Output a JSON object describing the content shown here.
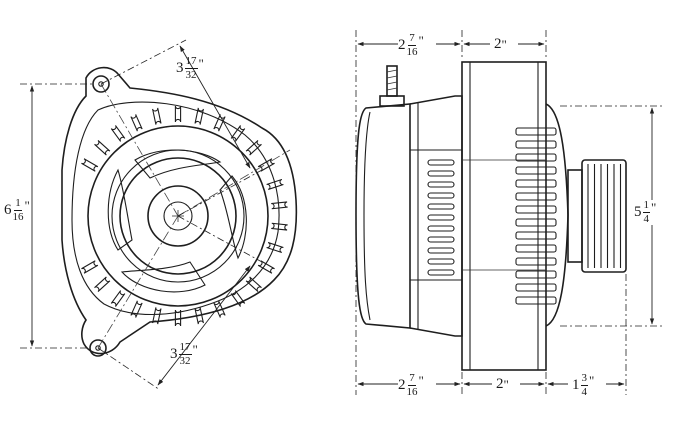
{
  "drawing": {
    "front_view": {
      "top_angled_dim": {
        "whole": "3",
        "num": "17",
        "den": "32",
        "unit": "\""
      },
      "bottom_angled_dim": {
        "whole": "3",
        "num": "17",
        "den": "32",
        "unit": "\""
      },
      "height_dim": {
        "whole": "6",
        "num": "1",
        "den": "16",
        "unit": "\""
      }
    },
    "side_view": {
      "top_left_dim": {
        "whole": "2",
        "num": "7",
        "den": "16",
        "unit": "\""
      },
      "top_right_dim": {
        "whole": "2",
        "num": "",
        "den": "",
        "unit": "\""
      },
      "bottom_left_dim": {
        "whole": "2",
        "num": "7",
        "den": "16",
        "unit": "\""
      },
      "bottom_mid_dim": {
        "whole": "2",
        "num": "",
        "den": "",
        "unit": "\""
      },
      "bottom_right_dim": {
        "whole": "1",
        "num": "3",
        "den": "4",
        "unit": "\""
      },
      "height_dim": {
        "whole": "5",
        "num": "1",
        "den": "4",
        "unit": "\""
      }
    }
  }
}
